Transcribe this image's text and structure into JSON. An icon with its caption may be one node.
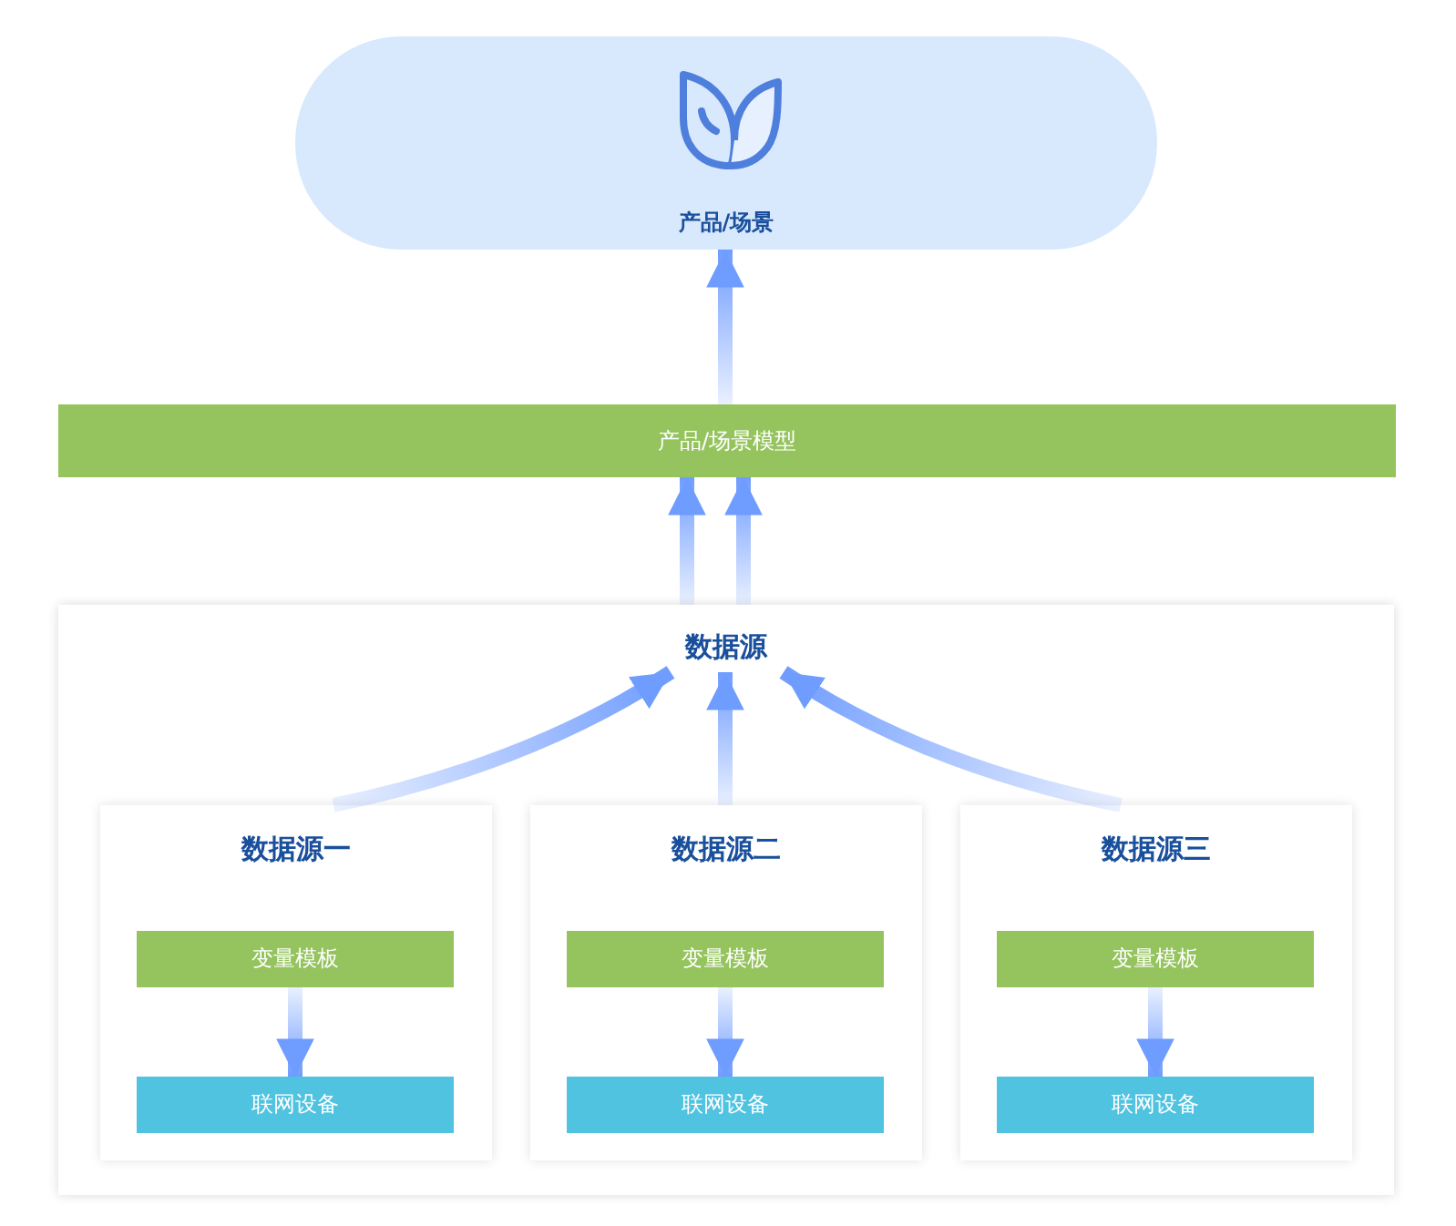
{
  "diagram": {
    "nodes": [
      {
        "text": [
          "产品/场景"
        ]
      },
      {
        "text": [
          "产品/场景模型"
        ]
      },
      {
        "text": [
          "数据源"
        ]
      },
      {
        "text": [
          "数据源一"
        ],
        "in": 2
      },
      {
        "text": [
          "变量模板"
        ],
        "in": 3
      },
      {
        "text": [
          "联网设备"
        ],
        "in": 3
      },
      {
        "text": [
          "数据源二"
        ],
        "in": 2
      },
      {
        "text": [
          "变量模板"
        ],
        "in": 6
      },
      {
        "text": [
          "联网设备"
        ],
        "in": 6
      },
      {
        "text": [
          "数据源三"
        ],
        "in": 2
      },
      {
        "text": [
          "变量模板"
        ],
        "in": 9
      },
      {
        "text": [
          "联网设备"
        ],
        "in": 9
      }
    ],
    "edges": [
      {
        "from": 1,
        "to": 0,
        "arrow": "to"
      },
      {
        "from": 2,
        "to": 1,
        "arrow": "to"
      },
      {
        "from": 2,
        "to": 1,
        "arrow": "to"
      },
      {
        "from": 3,
        "to": 2,
        "arrow": "to"
      },
      {
        "from": 6,
        "to": 2,
        "arrow": "to"
      },
      {
        "from": 9,
        "to": 2,
        "arrow": "to"
      },
      {
        "from": 4,
        "to": 5,
        "arrow": "to"
      },
      {
        "from": 7,
        "to": 8,
        "arrow": "to"
      },
      {
        "from": 10,
        "to": 11,
        "arrow": "to"
      }
    ]
  }
}
